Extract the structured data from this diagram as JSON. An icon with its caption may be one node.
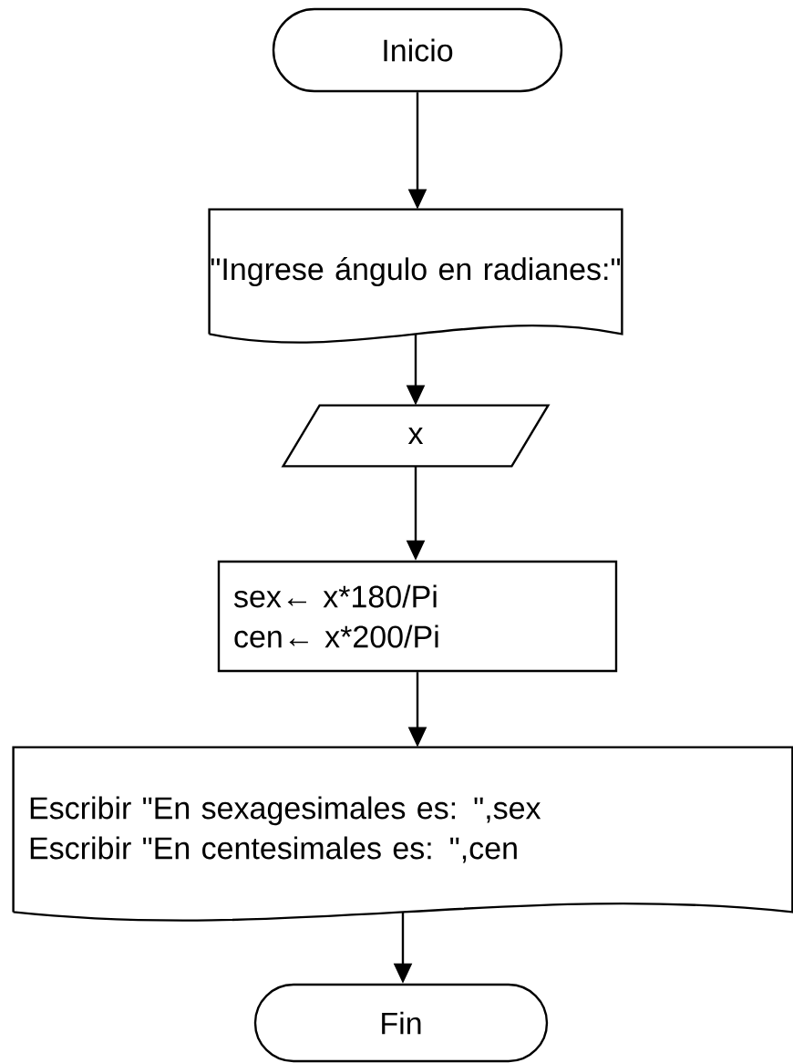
{
  "diagram": {
    "nodes": [
      {
        "text": [
          "Inicio"
        ]
      },
      {
        "text": [
          "\"Ingrese ángulo en radianes:\""
        ]
      },
      {
        "text": [
          "x"
        ]
      },
      {
        "text": [
          "sex← x*180/Pi",
          "cen← x*200/Pi"
        ]
      },
      {
        "text": [
          "Escribir \"En sexagesimales es: \",sex",
          "Escribir \"En centesimales es: \",cen"
        ]
      },
      {
        "text": [
          "Fin"
        ]
      }
    ],
    "edges": [
      {
        "from": 0,
        "to": 1,
        "arrow": "to"
      },
      {
        "from": 1,
        "to": 2,
        "arrow": "to"
      },
      {
        "from": 2,
        "to": 3,
        "arrow": "to"
      },
      {
        "from": 3,
        "to": 4,
        "arrow": "to"
      },
      {
        "from": 4,
        "to": 5,
        "arrow": "to"
      }
    ]
  }
}
